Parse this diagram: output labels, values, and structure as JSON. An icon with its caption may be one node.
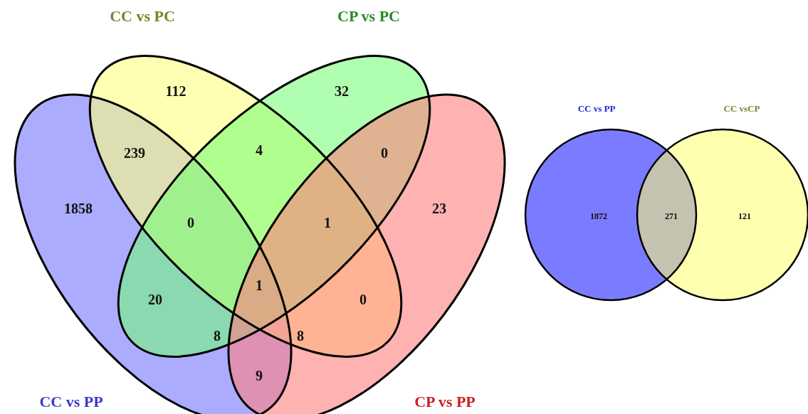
{
  "diagram": {
    "nodes": [
      {
        "text": [
          "CC vs PP"
        ]
      },
      {
        "text": [
          "CC vs PC"
        ]
      },
      {
        "text": [
          "CP vs PC"
        ]
      },
      {
        "text": [
          "CP vs PP"
        ]
      },
      {
        "text": [
          "CC vs PP"
        ]
      },
      {
        "text": [
          "CC vsCP"
        ]
      }
    ],
    "edges": [],
    "labels": [
      "112",
      "32",
      "239",
      "4",
      "0",
      "1858",
      "0",
      "1",
      "23",
      "1",
      "20",
      "0",
      "8",
      "8",
      "9",
      "1872",
      "271",
      "121"
    ]
  }
}
